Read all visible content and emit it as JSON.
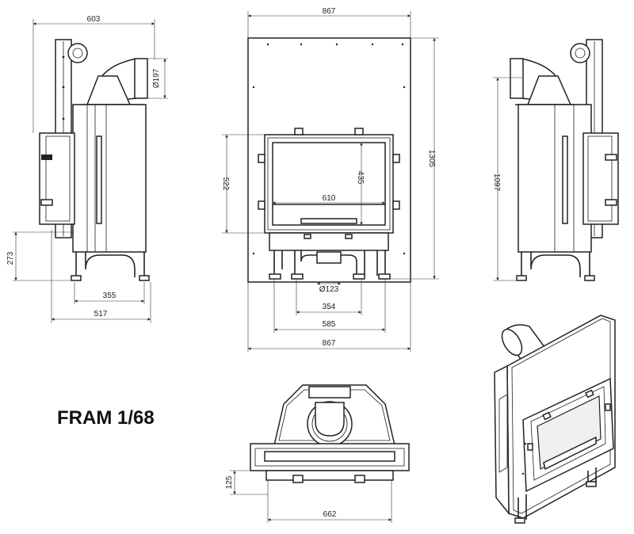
{
  "product": {
    "name": "FRAM 1/68"
  },
  "side_left": {
    "d_603": "603",
    "d_197": "Ø197",
    "d_273": "273",
    "d_355": "355",
    "d_517": "517"
  },
  "front": {
    "d_867_top": "867",
    "d_1305": "1305",
    "d_522": "522",
    "d_435": "435",
    "d_610": "610",
    "d_123": "Ø123",
    "d_354": "354",
    "d_585": "585",
    "d_867_bottom": "867"
  },
  "side_right": {
    "d_1097": "1097"
  },
  "top_view": {
    "d_125": "125",
    "d_662": "662"
  }
}
